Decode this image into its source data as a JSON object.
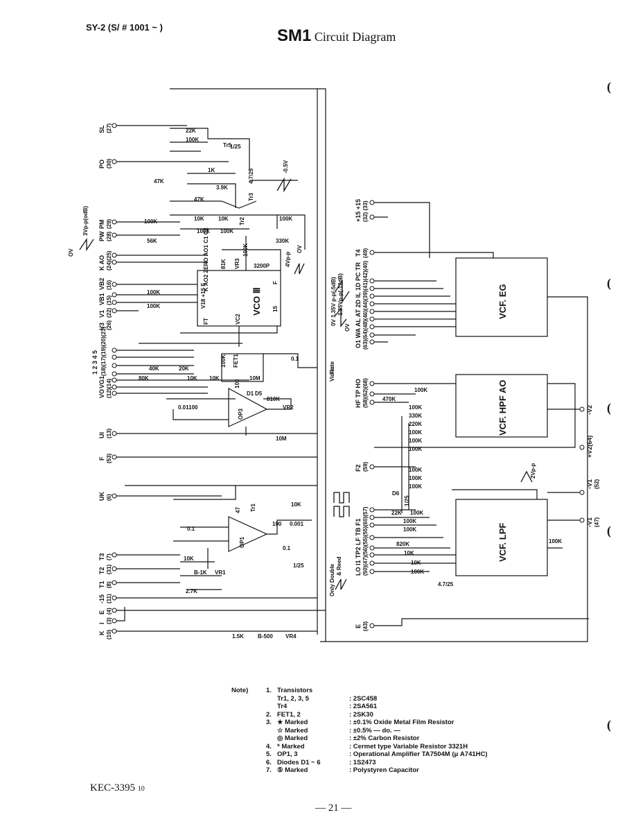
{
  "header": {
    "model": "SY-2  (S/ # 1001 ~     )",
    "title_bold": "SM1",
    "title_rest": " Circuit Diagram"
  },
  "blocks": {
    "vco": "VCO Ⅲ",
    "eg": "VCF. EG",
    "hpf": "VCF. HPF AO",
    "lpf": "VCF. LPF"
  },
  "left_pins": [
    {
      "name": "SL",
      "num": "(27)"
    },
    {
      "name": "PO",
      "num": "(30)"
    },
    {
      "name": "PM",
      "num": "(29)"
    },
    {
      "name": "PW",
      "num": "(28)"
    },
    {
      "name": "K AO",
      "num": "(24)(25)"
    },
    {
      "name": "VB2",
      "num": "(16)"
    },
    {
      "name": "VB1",
      "num": "(15)"
    },
    {
      "name": "V1",
      "num": "(22)"
    },
    {
      "name": "V3",
      "num": "(26)"
    },
    {
      "name": "1 2 3 4 5",
      "num": "(18)(17)(19)(20)(21)"
    },
    {
      "name": "VG1",
      "num": "(14)"
    },
    {
      "name": "VO",
      "num": "(12)"
    },
    {
      "name": "UI",
      "num": "(13)"
    },
    {
      "name": "F",
      "num": "(53)"
    },
    {
      "name": "UK",
      "num": "(6)"
    },
    {
      "name": "T3",
      "num": "(7)"
    },
    {
      "name": "T2",
      "num": "(31)"
    },
    {
      "name": "T1",
      "num": "(8)"
    },
    {
      "name": "-15",
      "num": "(11)"
    },
    {
      "name": "E",
      "num": "(4)"
    },
    {
      "name": "I",
      "num": "(3)"
    },
    {
      "name": "K",
      "num": "(10)"
    }
  ],
  "right_pins": [
    {
      "name": "+15 +15",
      "num": "(32) (33)"
    },
    {
      "name": "T4",
      "num": "(49)"
    },
    {
      "name": "O1 WA AL AT 2D IL 1D PC TR",
      "num": "(63)(64)(48)(46)(44)(39)(41)(42)(40)"
    },
    {
      "name": "HF TP HO",
      "num": "(58)(62)(68)"
    },
    {
      "name": "F2",
      "num": "(59)"
    },
    {
      "name": "LO I1 TP2 LF TB F1",
      "num": "(50)(47)(56)(55)(55)(60)(57)"
    },
    {
      "name": "E",
      "num": "(43)"
    },
    {
      "name": "-V2",
      "num": ""
    },
    {
      "name": "+V2(64)",
      "num": ""
    },
    {
      "name": "-V1",
      "num": "(52)"
    },
    {
      "name": "-V1",
      "num": "(47)"
    }
  ],
  "components": {
    "r_22k": "22K",
    "r_100k_a": "100K",
    "tr5": "Tr5",
    "ratio_a": "1/25",
    "r_1k": "1K",
    "r_47k_a": "47K",
    "c_47_25": "4.7/25",
    "v_05": "-0.5V",
    "r_3_9k": "3.9K",
    "r_47k_b": "47K",
    "tr3": "Tr3",
    "r_10k_a": "10K",
    "r_10k_b": "10K",
    "tr2": "Tr2",
    "r_100k_b": "100K",
    "r_100k_c": "100K",
    "r_100k_d": "100K",
    "r_100k_e": "100K",
    "r_330k": "330K",
    "r_56k": "56K",
    "vpp4": "4Vp-p",
    "ov": "OV",
    "r_81k": "81K",
    "vr3": "VR3",
    "c_3200p": "3200P",
    "vco_pins_top": "K  AO2  ZERO  AO1  C1  C2",
    "r_100k_f": "100K",
    "r_100k_g": "100K",
    "vco_ft": "FT",
    "vco_vc2": "VC2",
    "vco_15": "15",
    "vco_f": "F",
    "vco_v18": "V18 +15 E",
    "r_100k_h": "100K",
    "fet1": "FET1",
    "c_01": "0.1",
    "r_40k": "40K",
    "r_20k": "20K",
    "r_80k": "80K",
    "r_10k_c": "10K",
    "r_10k_d": "10K",
    "r_10m_a": "10M",
    "r_100": "100",
    "d1": "D1",
    "d5": "D5",
    "c_001100": "0.01100",
    "op3": "OP3",
    "r_810k": "810K",
    "vr2": "VR2",
    "r_10m_b": "10M",
    "vpp_3": "3Vp-p(odB)",
    "ov_b": "OV",
    "tr1": "Tr1",
    "r_47": "47",
    "r_10k_e": "10K",
    "c_01b": "0.1",
    "c_100": "100",
    "c_0001": "0.001",
    "op1": "OP1",
    "c_01c": "0.1",
    "ratio_b": "1/25",
    "r_10k_f": "10K",
    "vr1": "VR1",
    "r_1k_b": "B-1K",
    "r_2_7k": "2.7K",
    "r_1_5k": "1.5K",
    "vr4": "VR4",
    "r_500": "B-500",
    "flute": "Flute",
    "violin": "Violin",
    "w1": "0V 1.35V p-p(-5dB)",
    "w2": "1.35Vp-p(-12dB)",
    "w3": "OV",
    "only": "Only Double",
    "reed": "& Reed",
    "hpf_r1": "100K",
    "hpf_r2": "470K",
    "hpf_r3": "100K",
    "hpf_r4": "330K",
    "hpf_r5": "220K",
    "hpf_r6": "100K",
    "hpf_r7": "100K",
    "hpf_r8": "100K",
    "hpf_r9": "100K",
    "hpf_r10": "100K",
    "hpf_r11": "100K",
    "d6": "D6",
    "r_22k_b": "22K",
    "r_100k_i": "100K",
    "r_100k_j": "100K",
    "r_100k_k": "100K",
    "r_820k": "820K",
    "r_10k_g": "10K",
    "r_10k_h": "10K",
    "r_100k_l": "100K",
    "c_4_7_25b": "4.7/25",
    "ratio_c": "1/25",
    "vpp2": "2Vp-p",
    "lpf_100k": "100K"
  },
  "notes": {
    "heading": "Note)",
    "rows": [
      {
        "n": "1.",
        "a": "Transistors",
        "b": ""
      },
      {
        "n": "",
        "a": "Tr1, 2, 3, 5",
        "b": ":  2SC458"
      },
      {
        "n": "",
        "a": "Tr4",
        "b": ":  2SA561"
      },
      {
        "n": "2.",
        "a": "FET1, 2",
        "b": ":  2SK30"
      },
      {
        "n": "3.",
        "a": "★ Marked",
        "b": ":  ±0.1%  Oxide  Metal  Film  Resistor"
      },
      {
        "n": "",
        "a": "☆ Marked",
        "b": ":  ±0.5%  — do. —"
      },
      {
        "n": "",
        "a": "◎ Marked",
        "b": ":  ±2%  Carbon  Resistor"
      },
      {
        "n": "4.",
        "a": "* Marked",
        "b": ":  Cermet  type  Variable  Resistor  3321H"
      },
      {
        "n": "5.",
        "a": "OP1, 3",
        "b": ":  Operational  Amplifier    TA7504M  (μ A741HC)"
      },
      {
        "n": "6.",
        "a": "Diodes  D1 ~ 6",
        "b": ":  1S2473"
      },
      {
        "n": "7.",
        "a": "⑤ Marked",
        "b": ":  Polystyren  Capacitor"
      }
    ]
  },
  "footer": {
    "code": "KEC-3395",
    "code_suffix": "10",
    "page": "— 21 —"
  }
}
